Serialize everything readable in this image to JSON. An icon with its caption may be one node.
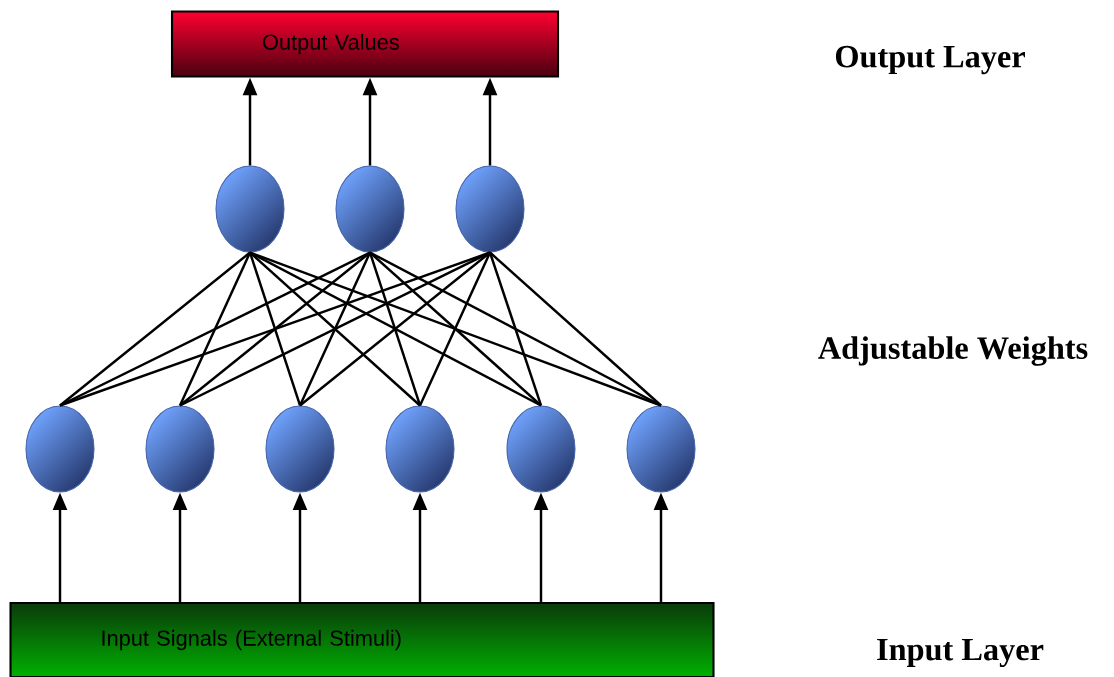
{
  "diagram": {
    "nodes": [
      {
        "text": [
          "Output Values"
        ]
      },
      {
        "text": [
          "Input Signals (External Stimuli)"
        ]
      },
      {
        "text": [],
        "shape": "circle"
      },
      {
        "text": [],
        "shape": "circle"
      },
      {
        "text": [],
        "shape": "circle"
      },
      {
        "text": [],
        "shape": "circle"
      },
      {
        "text": [],
        "shape": "circle"
      },
      {
        "text": [],
        "shape": "circle"
      },
      {
        "text": [],
        "shape": "circle"
      },
      {
        "text": [],
        "shape": "circle"
      },
      {
        "text": [],
        "shape": "circle"
      }
    ],
    "edges": [
      {
        "from": 1,
        "to": 5,
        "arrow": "to"
      },
      {
        "from": 1,
        "to": 6,
        "arrow": "to"
      },
      {
        "from": 1,
        "to": 7,
        "arrow": "to"
      },
      {
        "from": 1,
        "to": 8,
        "arrow": "to"
      },
      {
        "from": 1,
        "to": 9,
        "arrow": "to"
      },
      {
        "from": 1,
        "to": 10,
        "arrow": "to"
      },
      {
        "from": 5,
        "to": 2,
        "arrow": "none"
      },
      {
        "from": 5,
        "to": 3,
        "arrow": "none"
      },
      {
        "from": 5,
        "to": 4,
        "arrow": "none"
      },
      {
        "from": 6,
        "to": 2,
        "arrow": "none"
      },
      {
        "from": 6,
        "to": 3,
        "arrow": "none"
      },
      {
        "from": 6,
        "to": 4,
        "arrow": "none"
      },
      {
        "from": 7,
        "to": 2,
        "arrow": "none"
      },
      {
        "from": 7,
        "to": 3,
        "arrow": "none"
      },
      {
        "from": 7,
        "to": 4,
        "arrow": "none"
      },
      {
        "from": 8,
        "to": 2,
        "arrow": "none"
      },
      {
        "from": 8,
        "to": 3,
        "arrow": "none"
      },
      {
        "from": 8,
        "to": 4,
        "arrow": "none"
      },
      {
        "from": 9,
        "to": 2,
        "arrow": "none"
      },
      {
        "from": 9,
        "to": 3,
        "arrow": "none"
      },
      {
        "from": 9,
        "to": 4,
        "arrow": "none"
      },
      {
        "from": 10,
        "to": 2,
        "arrow": "none"
      },
      {
        "from": 10,
        "to": 3,
        "arrow": "none"
      },
      {
        "from": 10,
        "to": 4,
        "arrow": "none"
      },
      {
        "from": 2,
        "to": 0,
        "arrow": "to"
      },
      {
        "from": 3,
        "to": 0,
        "arrow": "to"
      },
      {
        "from": 4,
        "to": 0,
        "arrow": "to"
      }
    ],
    "labels": [
      "Output Layer",
      "Adjustable Weights",
      "Input Layer"
    ]
  }
}
